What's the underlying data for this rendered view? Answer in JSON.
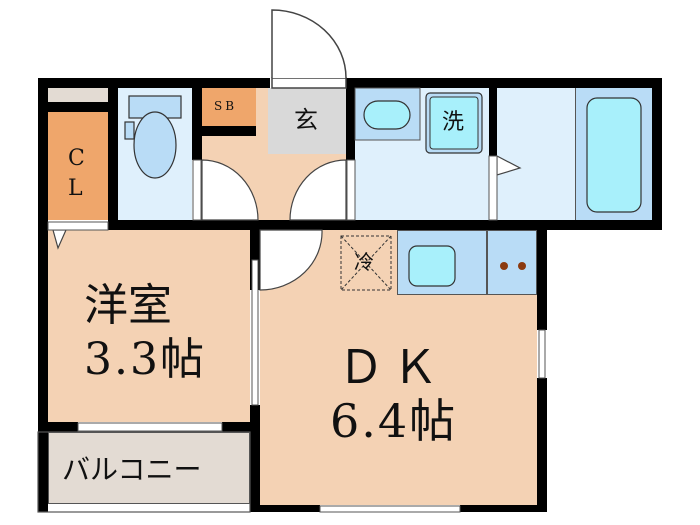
{
  "floorplan": {
    "rooms": {
      "western_room": {
        "name": "洋室",
        "size": "3.3帖"
      },
      "dk": {
        "name": "ＤＫ",
        "size": "6.4帖"
      },
      "balcony": {
        "name": "バルコニー"
      },
      "closet": {
        "name": "C\nL",
        "line1": "C",
        "line2": "L"
      },
      "shoe_box": {
        "name": "SB"
      },
      "entrance": {
        "name": "玄"
      },
      "washer": {
        "name": "洗"
      },
      "fridge": {
        "name": "冷"
      }
    },
    "colors": {
      "room_floor": "#f4d2b4",
      "wet_area": "#dff0fc",
      "fixture": "#b9dcf6",
      "fixture_water": "#a8f0fb",
      "storage": "#efa66b",
      "entrance": "#d9d9d9",
      "balcony": "#e3dbd3",
      "wall": "#000000",
      "stove_burner": "#8b3a0f"
    }
  }
}
